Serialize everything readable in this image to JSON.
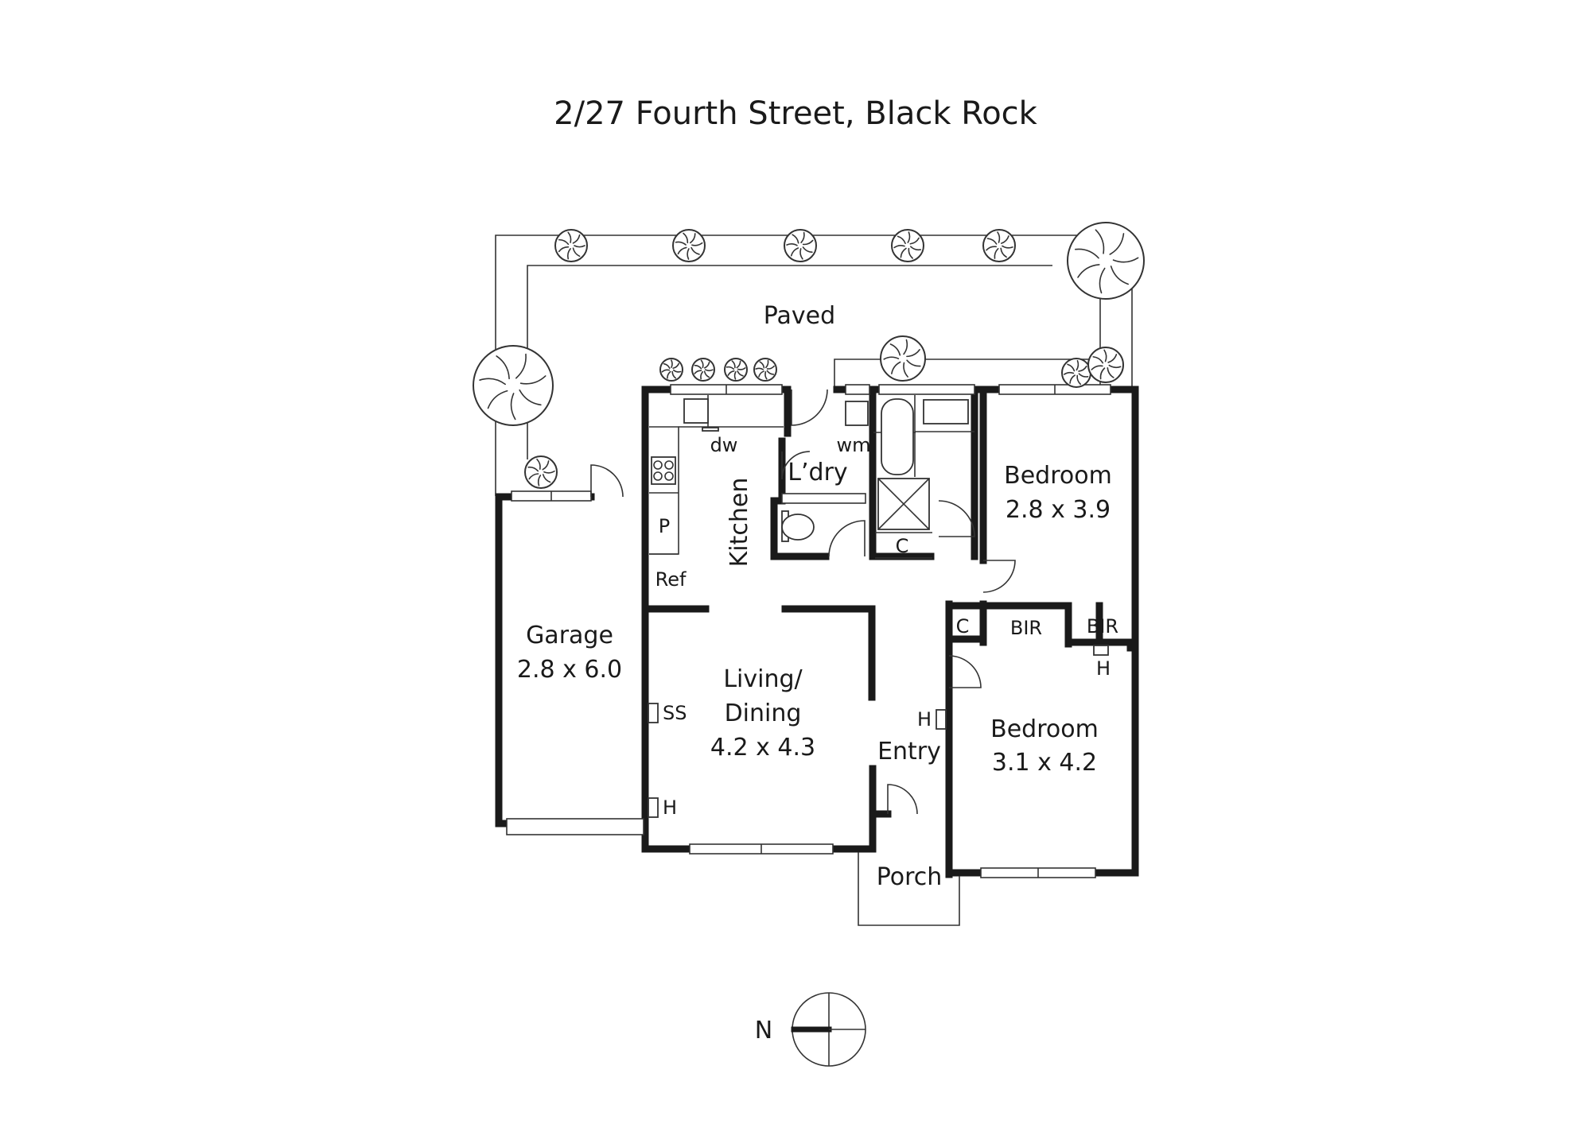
{
  "title": "2/27 Fourth Street, Black Rock",
  "areas": {
    "paved": "Paved",
    "garage_name": "Garage",
    "garage_size": "2.8 x 6.0",
    "kitchen": "Kitchen",
    "laundry": "L’dry",
    "living_name": "Living/",
    "living_name2": "Dining",
    "living_size": "4.2 x 4.3",
    "entry": "Entry",
    "porch": "Porch",
    "bed1_name": "Bedroom",
    "bed1_size": "2.8 x 3.9",
    "bed2_name": "Bedroom",
    "bed2_size": "3.1 x 4.2"
  },
  "fixtures": {
    "dishwasher": "dw",
    "washing_machine": "wm",
    "pantry": "P",
    "fridge": "Ref",
    "split_system": "SS",
    "heater_living": "H",
    "heater_entry": "H",
    "heater_bed": "H",
    "cupboard_bath": "C",
    "cupboard_hall": "C",
    "bir_bed1": "BIR",
    "bir_bed2": "BIR"
  },
  "compass": {
    "label": "N"
  }
}
